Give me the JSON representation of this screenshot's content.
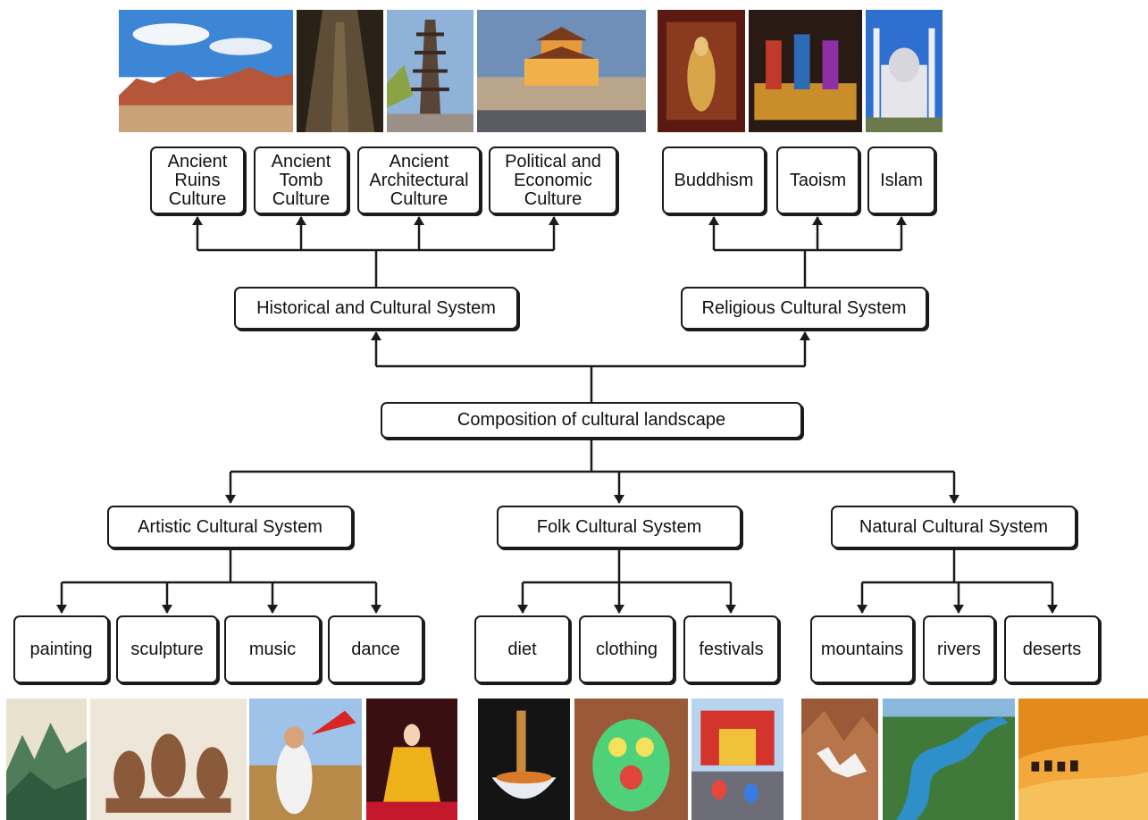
{
  "colors": {
    "line": "#1a1a1a",
    "box_border": "#1a1a1a",
    "text": "#111111",
    "background": "#ffffff"
  },
  "root": {
    "label": "Composition of cultural landscape"
  },
  "systems": {
    "historical": {
      "label": "Historical and Cultural System"
    },
    "religious": {
      "label": "Religious Cultural System"
    },
    "artistic": {
      "label": "Artistic Cultural System"
    },
    "folk": {
      "label": "Folk Cultural System"
    },
    "natural": {
      "label": "Natural Cultural System"
    }
  },
  "categories": {
    "ancient_ruins": {
      "label": "Ancient\nRuins\nCulture"
    },
    "ancient_tomb": {
      "label": "Ancient\nTomb\nCulture"
    },
    "ancient_architectural": {
      "label": "Ancient\nArchitectural\nCulture"
    },
    "political_economic": {
      "label": "Political and\nEconomic\nCulture"
    },
    "buddhism": {
      "label": "Buddhism"
    },
    "taoism": {
      "label": "Taoism"
    },
    "islam": {
      "label": "Islam"
    },
    "painting": {
      "label": "painting"
    },
    "sculpture": {
      "label": "sculpture"
    },
    "music": {
      "label": "music"
    },
    "dance": {
      "label": "dance"
    },
    "diet": {
      "label": "diet"
    },
    "clothing": {
      "label": "clothing"
    },
    "festivals": {
      "label": "festivals"
    },
    "mountains": {
      "label": "mountains"
    },
    "rivers": {
      "label": "rivers"
    },
    "deserts": {
      "label": "deserts"
    }
  },
  "photos": [
    {
      "name": "ruins-photo",
      "depicts": "desert ruins"
    },
    {
      "name": "tomb-photo",
      "depicts": "tomb passage"
    },
    {
      "name": "pagoda-photo",
      "depicts": "wooden pagoda"
    },
    {
      "name": "bell-tower-photo",
      "depicts": "bell tower at dusk"
    },
    {
      "name": "buddhist-temple-photo",
      "depicts": "buddhist shrine"
    },
    {
      "name": "taoist-photo",
      "depicts": "taoist ritual"
    },
    {
      "name": "mosque-photo",
      "depicts": "mosque"
    },
    {
      "name": "landscape-painting-photo",
      "depicts": "landscape painting"
    },
    {
      "name": "clay-sculpture-photo",
      "depicts": "clay sculpture"
    },
    {
      "name": "suona-music-photo",
      "depicts": "suona player"
    },
    {
      "name": "opera-dance-photo",
      "depicts": "opera dancer"
    },
    {
      "name": "noodle-diet-photo",
      "depicts": "noodles"
    },
    {
      "name": "tiger-pillow-clothing-photo",
      "depicts": "embroidered tiger"
    },
    {
      "name": "festival-photo",
      "depicts": "festival parade"
    },
    {
      "name": "mountains-photo",
      "depicts": "snowy mountains"
    },
    {
      "name": "river-photo",
      "depicts": "river valley"
    },
    {
      "name": "desert-photo",
      "depicts": "camel caravan in dunes"
    }
  ]
}
